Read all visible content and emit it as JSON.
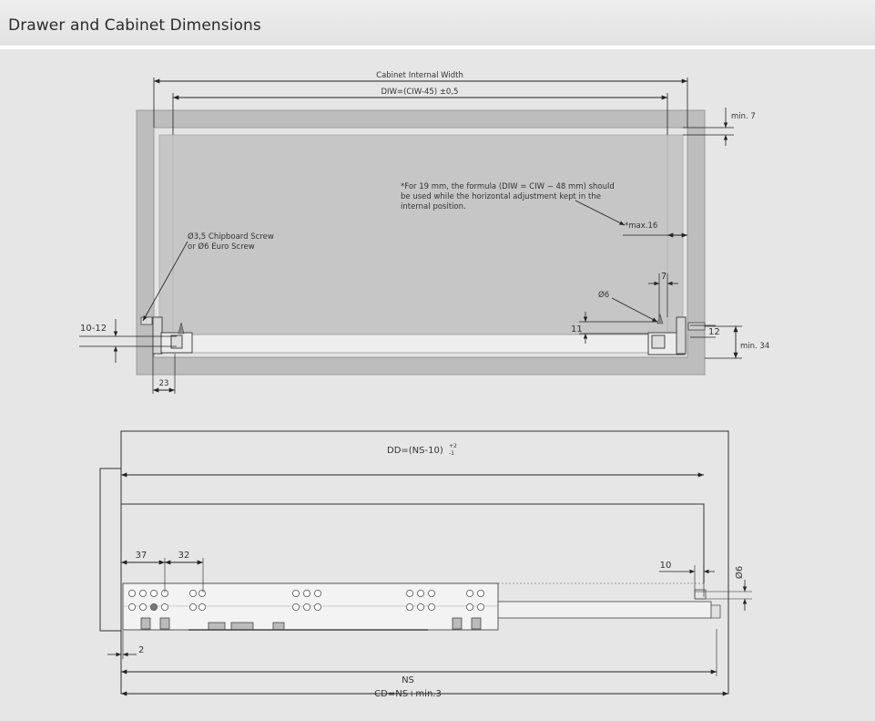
{
  "header": {
    "title": "Drawer and Cabinet Dimensions"
  },
  "top_drawing": {
    "cabinet_internal_width": "Cabinet Internal Width",
    "diw_formula": "DIW=(CIW-45) ±0,5",
    "min7": "min. 7",
    "note_line1": "*For 19 mm, the formula (DIW = CIW − 48 mm) should",
    "note_line2": "be used while the horizontal adjustment kept in the",
    "note_line3": "internal position.",
    "max16": "*max.16",
    "screw_line1": "Ø3,5 Chipboard Screw",
    "screw_line2": "or Ø6 Euro Screw",
    "dim7": "7",
    "dia6": "Ø6",
    "dim10_12": "10-12",
    "dim11": "11",
    "dim12": "12",
    "min34": "min. 34",
    "dim23": "23"
  },
  "bottom_drawing": {
    "dd_formula": "DD=(NS-10)",
    "dd_tol_top": "+2",
    "dd_tol_bottom": "-1",
    "dim37": "37",
    "dim32": "32",
    "dim10": "10",
    "dia6": "Ø6",
    "dim2": "2",
    "ns": "NS",
    "cd": "CD=NS+min.3"
  }
}
